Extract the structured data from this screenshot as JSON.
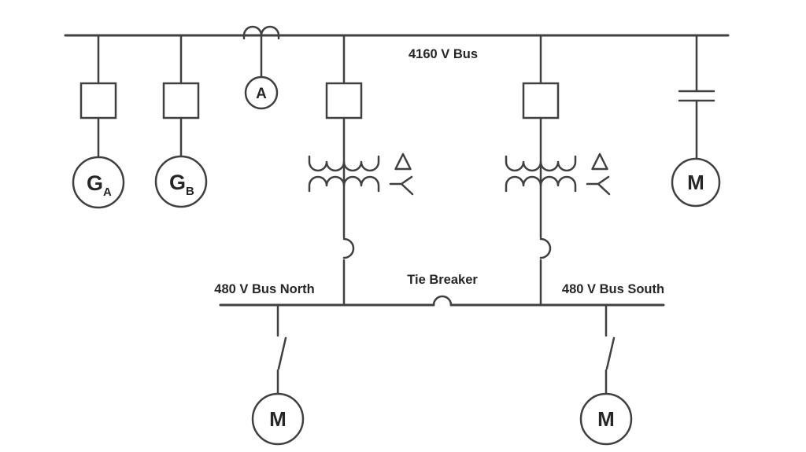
{
  "diagram": {
    "kind": "electrical-one-line-diagram",
    "colors": {
      "line": "#404040",
      "text": "#262626",
      "background": "#ffffff"
    },
    "buses": {
      "bus_4160": {
        "label": "4160 V Bus"
      },
      "bus_480_north": {
        "label": "480 V Bus North"
      },
      "bus_480_south": {
        "label": "480 V Bus South"
      }
    },
    "tie_breaker": {
      "label": "Tie Breaker"
    },
    "devices": {
      "generator_a": {
        "letter": "G",
        "subscript": "A"
      },
      "generator_b": {
        "letter": "G",
        "subscript": "B"
      },
      "ammeter": {
        "letter": "A"
      },
      "motor_4160": {
        "letter": "M"
      },
      "motor_480_north": {
        "letter": "M"
      },
      "motor_480_south": {
        "letter": "M"
      }
    }
  }
}
